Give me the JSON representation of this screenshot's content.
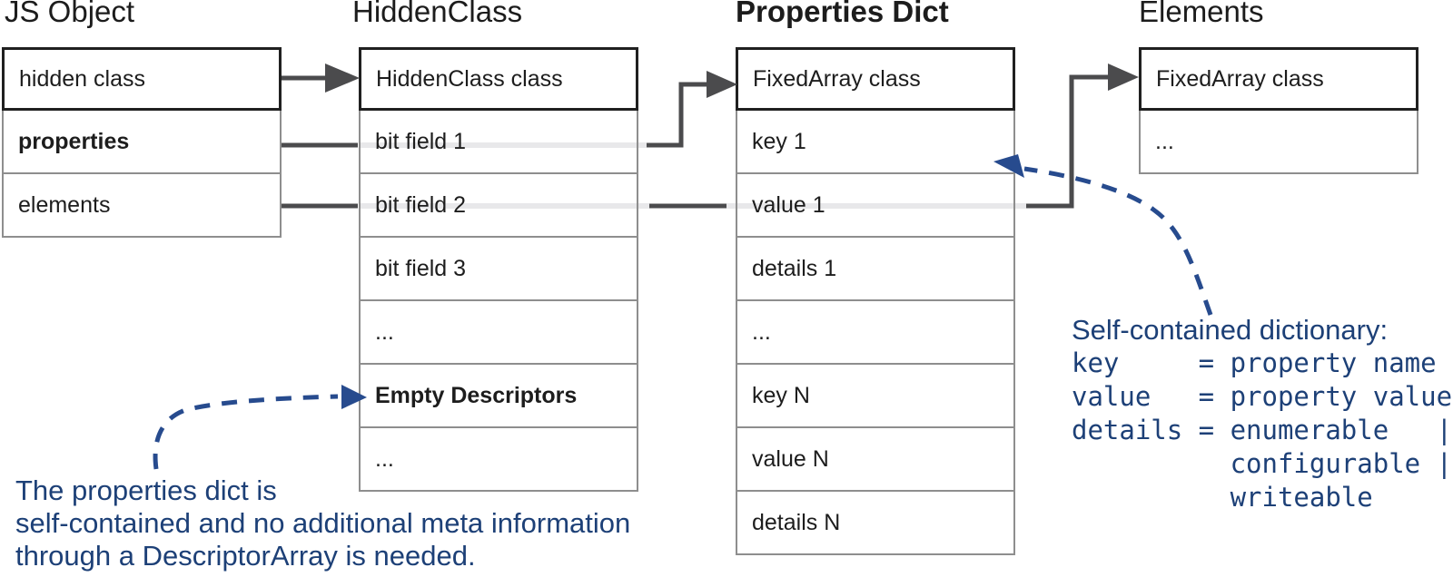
{
  "diagram": {
    "columns": [
      {
        "title": "JS Object",
        "rows": [
          {
            "label": "hidden class"
          },
          {
            "label": "properties"
          },
          {
            "label": "elements"
          }
        ]
      },
      {
        "title": "HiddenClass",
        "rows": [
          {
            "label": "HiddenClass class"
          },
          {
            "label": "bit field 1"
          },
          {
            "label": "bit field 2"
          },
          {
            "label": "bit field 3"
          },
          {
            "label": "..."
          },
          {
            "label": "Empty Descriptors"
          },
          {
            "label": "..."
          }
        ]
      },
      {
        "title": "Properties Dict",
        "rows": [
          {
            "label": "FixedArray class"
          },
          {
            "label": "key 1"
          },
          {
            "label": "value 1"
          },
          {
            "label": "details 1"
          },
          {
            "label": "..."
          },
          {
            "label": "key N"
          },
          {
            "label": "value N"
          },
          {
            "label": "details N"
          }
        ]
      },
      {
        "title": "Elements",
        "rows": [
          {
            "label": "FixedArray class"
          },
          {
            "label": "..."
          }
        ]
      }
    ],
    "annotations": {
      "dictionary_note": {
        "heading": "Self-contained dictionary:",
        "code_lines": [
          "key     = property name",
          "value   = property value",
          "details = enumerable   |",
          "          configurable |",
          "          writeable"
        ]
      },
      "descriptor_note": {
        "lines": [
          "The properties dict is",
          "self-contained and no additional meta information",
          "through a DescriptorArray is needed."
        ]
      }
    },
    "colors": {
      "arrow_gray": "#4b4b4d",
      "faded_line": "#e8e8ea",
      "blue_text": "#1d4077",
      "blue_arrow": "#274b8e",
      "border_gray": "#8e8e8e",
      "border_black": "#202020"
    }
  }
}
